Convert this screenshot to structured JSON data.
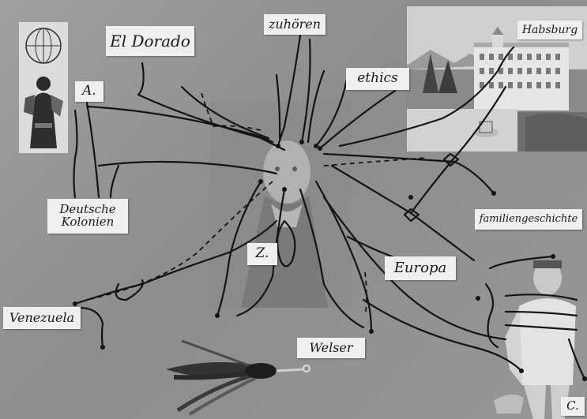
{
  "labels": {
    "el_dorado": "El Dorado",
    "zuhoren": "zuhören",
    "ethics": "ethics",
    "habsburg": "Habsburg",
    "a": "A.",
    "deutsche_kolonien_line1": "Deutsche",
    "deutsche_kolonien_line2": "Kolonien",
    "familiengeschichte": "familiengeschichte",
    "z": "Z.",
    "europa": "Europa",
    "venezuela": "Venezuela",
    "welser": "Welser",
    "c": "C."
  },
  "colors": {
    "board": "#979797",
    "label_paper": "#efefef",
    "string": "#141414"
  }
}
